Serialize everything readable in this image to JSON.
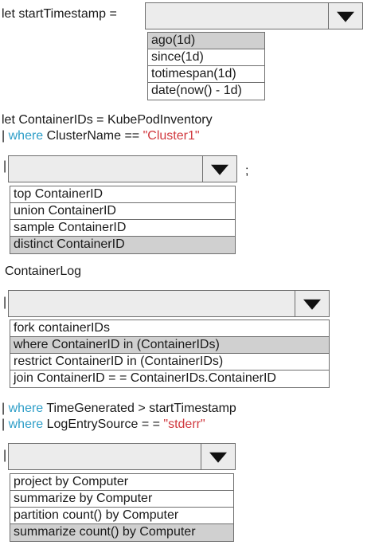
{
  "block1": {
    "label": "let startTimestamp =",
    "options": [
      "ago(1d)",
      "since(1d)",
      "totimespan(1d)",
      "date(now() - 1d)"
    ],
    "selected_index": 0
  },
  "block2": {
    "line1": "let ContainerIDs = KubePodInventory",
    "line2_pipe": "| ",
    "line2_kw": "where",
    "line2_mid": " ClusterName == ",
    "line2_str": "\"Cluster1\"",
    "pipe": "|",
    "semicolon": ";",
    "options": [
      "top ContainerID",
      "union ContainerID",
      "sample ContainerID",
      "distinct ContainerID"
    ],
    "selected_index": 3
  },
  "block3": {
    "label": "ContainerLog",
    "pipe": "|",
    "options": [
      "fork containerIDs",
      "where ContainerID in (ContainerIDs)",
      "restrict ContainerID in (ContainerIDs)",
      "join ContainerID = = ContainerIDs.ContainerID"
    ],
    "selected_index": 1
  },
  "block4": {
    "line1_pipe": "| ",
    "line1_kw": "where",
    "line1_rest": " TimeGenerated > startTimestamp",
    "line2_pipe": "| ",
    "line2_kw": "where",
    "line2_mid": " LogEntrySource = = ",
    "line2_str": "\"stderr\"",
    "pipe": "|",
    "options": [
      "project by Computer",
      "summarize by Computer",
      "partition count() by Computer",
      "summarize count() by Computer"
    ],
    "selected_index": 3
  },
  "colors": {
    "keyword": "#2e9ec8",
    "string": "#d0383e",
    "selected_option": "#d0d0d0",
    "dropdown_header": "#ececec"
  }
}
